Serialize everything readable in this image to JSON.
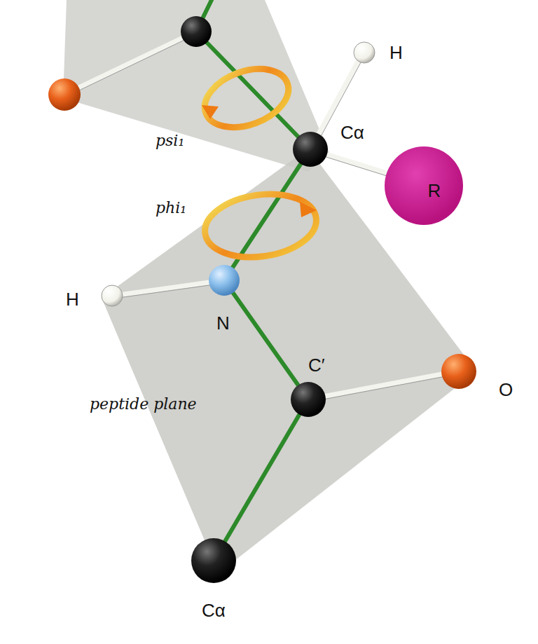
{
  "diagram": {
    "nodes": [
      {
        "text": [
          "R"
        ]
      }
    ],
    "labels": [
      "H",
      "psi₁",
      "Cα",
      "phi₁",
      "H",
      "N",
      "C′",
      "peptide plane",
      "O",
      "Cα"
    ]
  }
}
